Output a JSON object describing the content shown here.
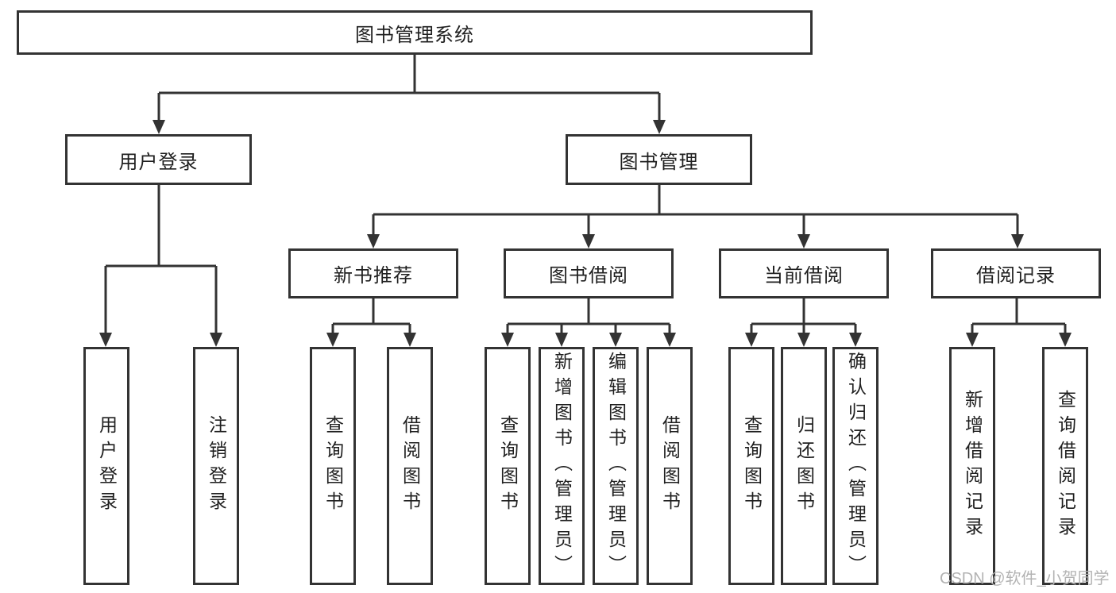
{
  "root": {
    "label": "图书管理系统"
  },
  "level2": {
    "user_login": {
      "label": "用户登录"
    },
    "book_management": {
      "label": "图书管理"
    }
  },
  "level3": {
    "new_book_recommend": {
      "label": "新书推荐"
    },
    "book_borrowing": {
      "label": "图书借阅"
    },
    "current_borrowing": {
      "label": "当前借阅"
    },
    "borrowing_records": {
      "label": "借阅记录"
    }
  },
  "leaves": {
    "user_login": {
      "label": "用户登录"
    },
    "logout": {
      "label": "注销登录"
    },
    "query_book_recommend": {
      "label": "查询图书"
    },
    "borrow_book_recommend": {
      "label": "借阅图书"
    },
    "query_book_borrowing": {
      "label": "查询图书"
    },
    "add_book_admin": {
      "label": "新增图书（管理员）"
    },
    "edit_book_admin": {
      "label": "编辑图书（管理员）"
    },
    "borrow_book_borrowing": {
      "label": "借阅图书"
    },
    "query_book_current": {
      "label": "查询图书"
    },
    "return_book": {
      "label": "归还图书"
    },
    "confirm_return_admin": {
      "label": "确认归还（管理员）"
    },
    "add_borrow_record": {
      "label": "新增借阅记录"
    },
    "query_borrow_record": {
      "label": "查询借阅记录"
    }
  },
  "watermark": {
    "text": "CSDN @软件_小贺同学"
  },
  "colors": {
    "line": "#333333",
    "border": "#333333",
    "text": "#1f1f1f",
    "watermark": "#b3b3b3",
    "background": "#ffffff"
  }
}
